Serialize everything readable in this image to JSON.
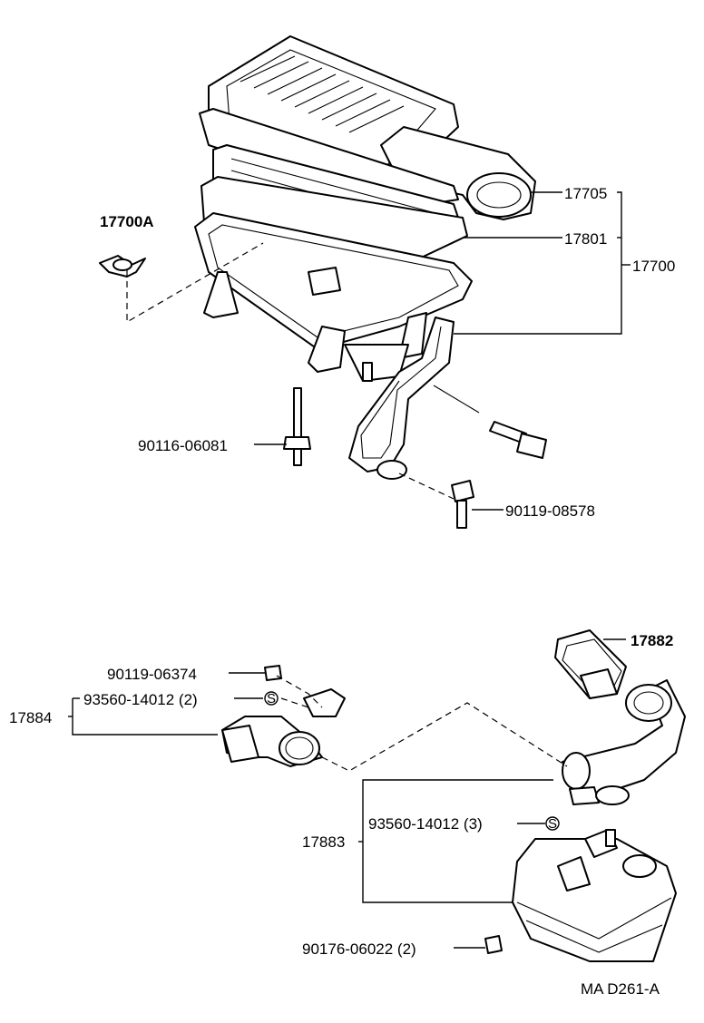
{
  "diagram": {
    "labels": {
      "p17700A": "17700A",
      "p17705": "17705",
      "p17801": "17801",
      "p17700": "17700",
      "p90116": "90116-06081",
      "p90119a": "90119-08578",
      "p17882": "17882",
      "p90119b": "90119-06374",
      "p93560a": "93560-14012 (2)",
      "p17884": "17884",
      "p17883": "17883",
      "p93560b": "93560-14012 (3)",
      "p90176": "90176-06022 (2)",
      "s_mark_1": "S",
      "s_mark_2": "S"
    },
    "code": "MA D261-A"
  }
}
